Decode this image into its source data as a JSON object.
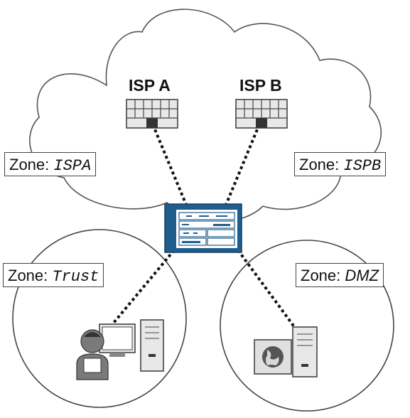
{
  "isps": [
    {
      "name": "ISP A"
    },
    {
      "name": "ISP B"
    }
  ],
  "zones": {
    "ispa": {
      "prefix": "Zone: ",
      "name": "ISPA"
    },
    "ispb": {
      "prefix": "Zone: ",
      "name": "ISPB"
    },
    "trust": {
      "prefix": "Zone: ",
      "name": "Trust"
    },
    "dmz": {
      "prefix": "Zone: ",
      "name": "DMZ"
    }
  },
  "colors": {
    "firewall": "#1f5d8c",
    "outline": "#444444",
    "device_fill": "#e8e8e8",
    "user_fill": "#7a7a7a"
  },
  "icons": {
    "router": "router-icon",
    "firewall": "firewall-icon",
    "workstation": "workstation-icon",
    "server": "server-icon",
    "globe": "globe-icon"
  }
}
